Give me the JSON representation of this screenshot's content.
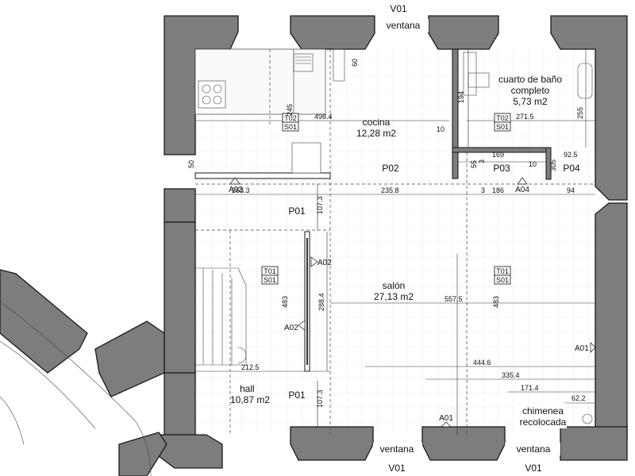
{
  "windows": {
    "top": "V01",
    "top_sub": "ventana",
    "bottom_left": "V01",
    "bottom_left_sub": "ventana",
    "bottom_right": "V01",
    "bottom_right_sub": "ventana"
  },
  "rooms": {
    "cocina": {
      "name": "cocina",
      "area": "12,28 m2"
    },
    "bano": {
      "name": "cuarto de baño",
      "name2": "completo",
      "area": "5,73 m2"
    },
    "salon": {
      "name": "salón",
      "area": "27,13 m2"
    },
    "hall": {
      "name": "hall",
      "area": "10,87 m2"
    },
    "chimenea": {
      "name": "chimenea",
      "name2": "recolocada"
    }
  },
  "tags": {
    "t02_s01_kitchen": {
      "t": "T02",
      "s": "S01"
    },
    "t02_s01_bath": {
      "t": "T02",
      "s": "S01"
    },
    "t01_s01_hall": {
      "t": "T01",
      "s": "S01"
    },
    "t01_s01_salon": {
      "t": "T01",
      "s": "S01"
    }
  },
  "doors": {
    "p01_top": "P01",
    "p01_bottom": "P01",
    "p02": "P02",
    "p03": "P03",
    "p04": "P04"
  },
  "elevations": {
    "a02_left": "A02",
    "a02_mid": "A02",
    "a02_low": "A02",
    "a04": "A04",
    "a01_right": "A01",
    "a01_bottom": "A01"
  },
  "dimensions": {
    "d60": "60",
    "d245": "245",
    "d498_4": "498.4",
    "d194": "194",
    "d10a": "10",
    "d271_5": "271.5",
    "d255": "255",
    "d169": "169",
    "d3a": "3",
    "d55": "55",
    "d10b": "10",
    "d305": "305",
    "d92_5": "92.5",
    "d50": "50",
    "d263_3": "263.3",
    "d235_8": "235.8",
    "d3b": "3",
    "d186": "186",
    "d94": "94",
    "d107_3a": "107.3",
    "d483a": "483",
    "d288_4": "288.4",
    "d557_5": "557.5",
    "d483b": "483",
    "d212_5": "212.5",
    "d444_6": "444.6",
    "d335_4": "335.4",
    "d171_4": "171.4",
    "d62_2": "62.2",
    "d107_3b": "107.3"
  }
}
